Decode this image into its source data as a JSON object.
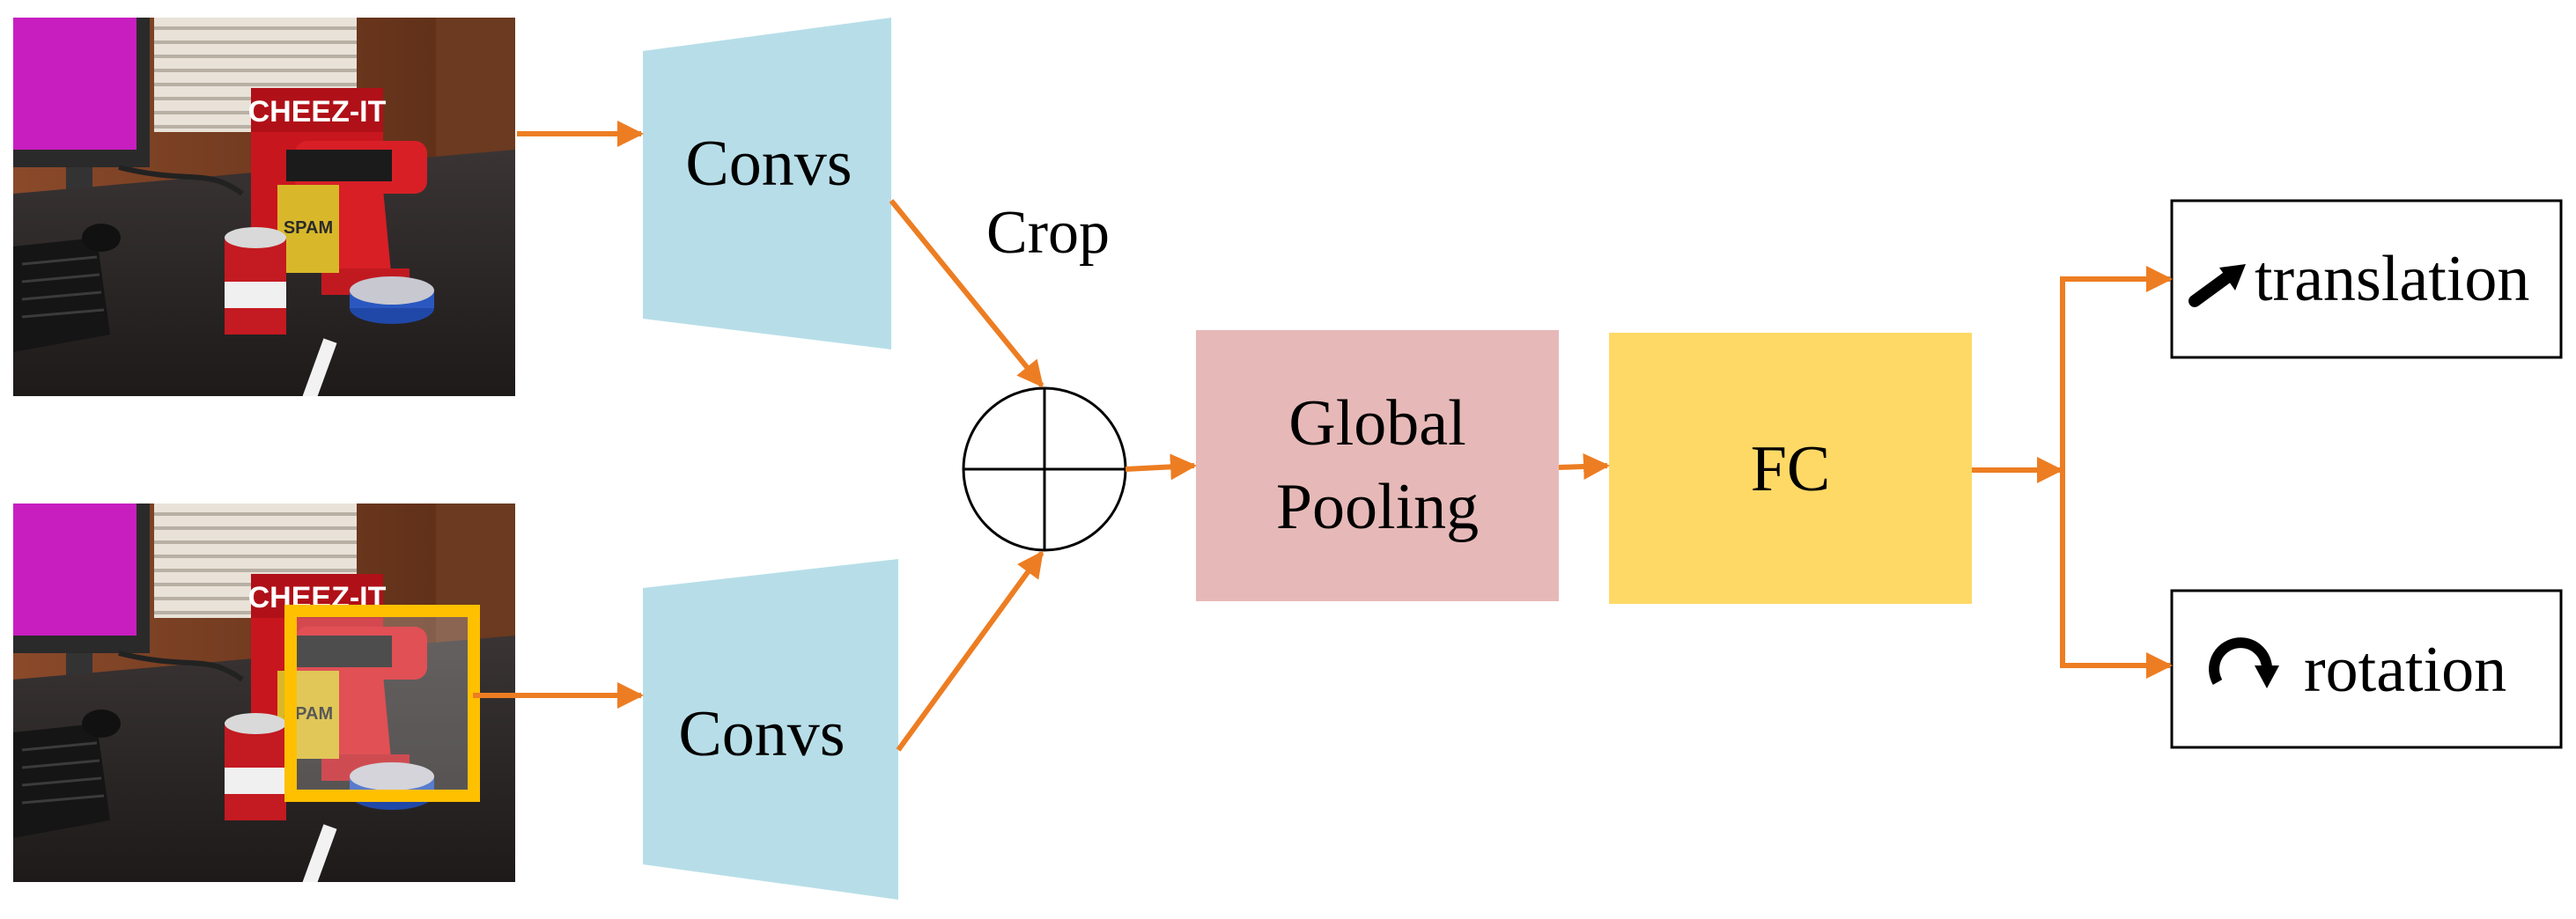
{
  "encoders": {
    "top_label": "Convs",
    "bottom_label": "Convs"
  },
  "crop_label": "Crop",
  "pooling": {
    "line1": "Global",
    "line2": "Pooling"
  },
  "fc_label": "FC",
  "outputs": {
    "translation_label": "translation",
    "rotation_label": "rotation",
    "translation_icon": "arrow-up-right-icon",
    "rotation_icon": "clockwise-arc-arrow-icon"
  },
  "photos": {
    "top_scene_text": "CHEEZ-IT",
    "bottom_scene_text": "CHEEZ-IT",
    "top_can_text": "SPAM",
    "bottom_can_text": "SPAM"
  },
  "colors": {
    "arrow": "#ED7D22",
    "convs_fill": "#B7DEE8",
    "pooling_fill": "#E6B9B8",
    "fc_fill": "#FFD966",
    "crop_box": "#FFC000"
  }
}
